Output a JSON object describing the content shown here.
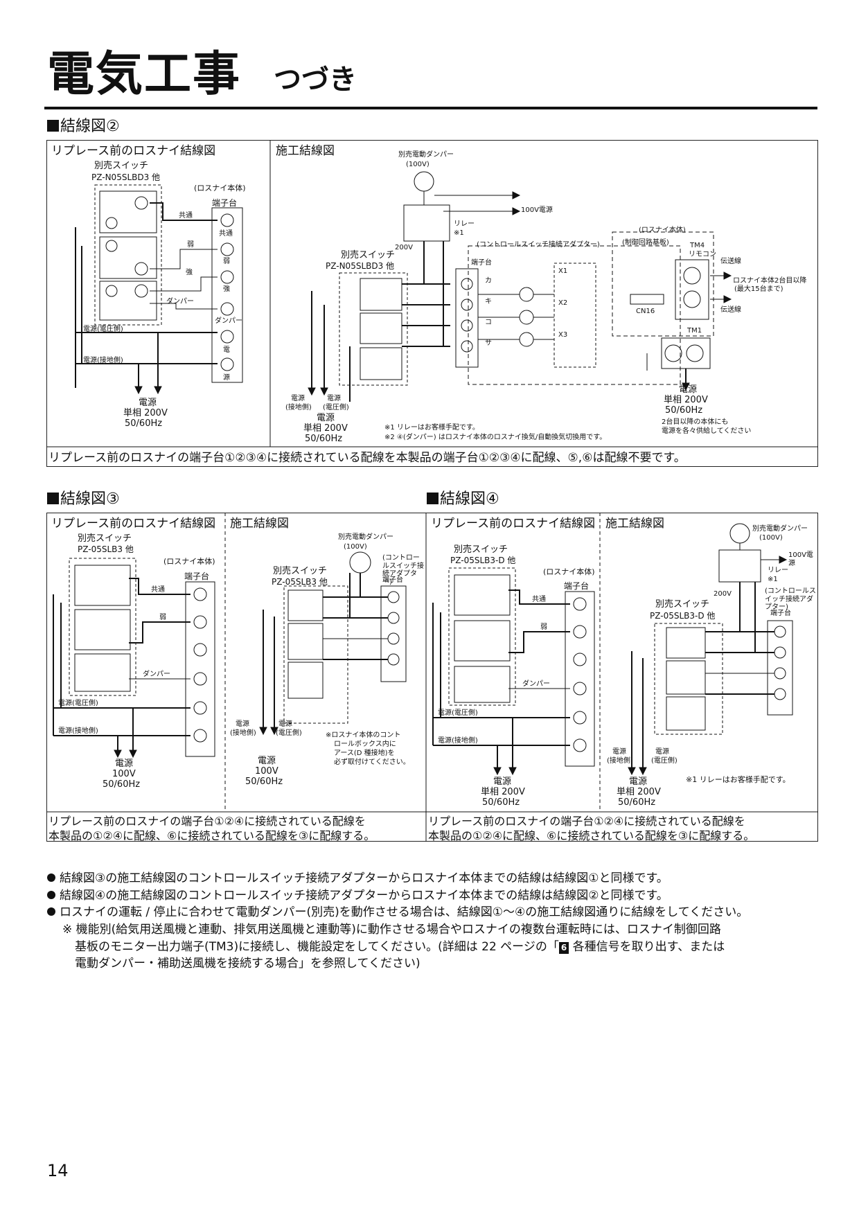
{
  "header": {
    "title": "電気工事",
    "subtitle": "つづき"
  },
  "d2": {
    "section": "結線図②",
    "left_title": "リプレース前のロスナイ結線図",
    "right_title": "施工結線図",
    "switch_label": "別売スイッチ",
    "switch_model": "PZ-N05SLBD3 他",
    "unit_label": "(ロスナイ本体)",
    "terminal_label": "端子台",
    "w_common": "共通",
    "w_weak": "弱",
    "w_strong": "強",
    "w_damper": "ダンパー",
    "t_common": "共通",
    "t_weak": "弱",
    "t_strong": "強",
    "t_damper": "ダンパー",
    "t_power": "電",
    "t_source": "源",
    "p_hv": "電源(電圧側)",
    "p_gnd": "電源(接地側)",
    "power": "電源",
    "power_v": "単相 200V",
    "power_f": "50/60Hz",
    "damper_label": "別売電動ダンパー",
    "damper_v": "(100V)",
    "v100": "100V電源",
    "relay": "リレー",
    "relay_note": "※1",
    "v200": "200V",
    "adapter": "(コントロールスイッチ接続アダプター)",
    "adapter_terminal": "端子台",
    "sw2_label": "別売スイッチ",
    "sw2_model": "PZ-N05SLBD3 他",
    "unit2": "(ロスナイ本体)",
    "board": "(制御回路基板)",
    "tm4": "TM4",
    "remote": "リモコン",
    "line1": "伝送線",
    "line2": "伝送線",
    "multi": "ロスナイ本体2台目以降",
    "multi2": "(最大15台まで)",
    "cn16": "CN16",
    "tm1": "TM1",
    "x1": "X1",
    "x2": "X2",
    "x3": "X3",
    "ka": "カ",
    "ki": "キ",
    "ko": "コ",
    "sa": "サ",
    "power_gnd": "電源",
    "power_gnd2": "(接地側)",
    "power_hv": "電源",
    "power_hv2": "(電圧側)",
    "power2": "電源",
    "power2_v": "単相 200V",
    "power2_f": "50/60Hz",
    "power3": "電源",
    "power3_v": "単相 200V",
    "power3_f": "50/60Hz",
    "unit_note": "2台目以降の本体にも",
    "unit_note2": "電源を各々供給してください",
    "note1": "※1 リレーはお客様手配です。",
    "note2": "※2 ④(ダンパー) はロスナイ本体のロスナイ換気/自動換気切換用です。",
    "caption": "リプレース前のロスナイの端子台①②③④に接続されている配線を本製品の端子台①②③④に配線、⑤,⑥は配線不要です。"
  },
  "d3": {
    "section": "結線図③",
    "left_title": "リプレース前のロスナイ結線図",
    "right_title": "施工結線図",
    "switch_label": "別売スイッチ",
    "switch_model": "PZ-05SLB3 他",
    "unit_label": "(ロスナイ本体)",
    "terminal_label": "端子台",
    "w_common": "共通",
    "w_weak": "弱",
    "w_damper": "ダンパー",
    "p_hv": "電源(電圧側)",
    "p_gnd": "電源(接地側)",
    "power": "電源",
    "power_v": "100V",
    "power_f": "50/60Hz",
    "damper_label": "別売電動ダンパー",
    "damper_v": "(100V)",
    "adapter": "(コントロールスイッチ接続アダプター)",
    "adapter_terminal": "端子台",
    "sw2_label": "別売スイッチ",
    "sw2_model": "PZ-05SLB3 他",
    "gnd": "電源",
    "gnd2": "(接地側)",
    "hv": "電源",
    "hv2": "(電圧側)",
    "power2": "電源",
    "power2_v": "100V",
    "power2_f": "50/60Hz",
    "note": "※ロスナイ本体のコント",
    "note_b": "ロールボックス内に",
    "note_c": "アース(D 種接地)を",
    "note_d": "必ず取付けてください。",
    "caption1": "リプレース前のロスナイの端子台①②④に接続されている配線を",
    "caption2": "本製品の①②④に配線、⑥に接続されている配線を③に配線する。"
  },
  "d4": {
    "section": "結線図④",
    "left_title": "リプレース前のロスナイ結線図",
    "right_title": "施工結線図",
    "switch_label": "別売スイッチ",
    "switch_model": "PZ-05SLB3-D 他",
    "unit_label": "(ロスナイ本体)",
    "terminal_label": "端子台",
    "w_common": "共通",
    "w_weak": "弱",
    "w_damper": "ダンパー",
    "p_hv": "電源(電圧側)",
    "p_gnd": "電源(接地側)",
    "power": "電源",
    "power_v": "単相 200V",
    "power_f": "50/60Hz",
    "damper_label": "別売電動ダンパー",
    "damper_v": "(100V)",
    "v100": "100V電源",
    "relay": "リレー",
    "relay_note": "※1",
    "v200": "200V",
    "adapter": "(コントロールスイッチ接続アダプター)",
    "adapter_terminal": "端子台",
    "sw2_label": "別売スイッチ",
    "sw2_model": "PZ-05SLB3-D 他",
    "gnd": "電源",
    "gnd2": "(接地側)",
    "hv": "電源",
    "hv2": "(電圧側)",
    "power2": "電源",
    "power2_v": "単相 200V",
    "power2_f": "50/60Hz",
    "note": "※1 リレーはお客様手配です。",
    "caption1": "リプレース前のロスナイの端子台①②④に接続されている配線を",
    "caption2": "本製品の①②④に配線、⑥に接続されている配線を③に配線する。"
  },
  "notes": {
    "n1": "結線図③の施工結線図のコントロールスイッチ接続アダプターからロスナイ本体までの結線は結線図①と同様です。",
    "n2": "結線図④の施工結線図のコントロールスイッチ接続アダプターからロスナイ本体までの結線は結線図②と同様です。",
    "n3": "ロスナイの運転 / 停止に合わせて電動ダンパー(別売)を動作させる場合は、結線図①〜④の施工結線図通りに結線をしてください。",
    "n4a": "※ 機能別(給気用送風機と連動、排気用送風機と連動等)に動作させる場合やロスナイの複数台運転時には、ロスナイ制御回路",
    "n4b": "基板のモニター出力端子(TM3)に接続し、機能設定をしてください。(詳細は 22 ページの「",
    "n4badge": "6",
    "n4c": " 各種信号を取り出す、または",
    "n4d": "電動ダンパー・補助送風機を接続する場合」を参照してください)"
  },
  "footer": {
    "page": "14"
  }
}
